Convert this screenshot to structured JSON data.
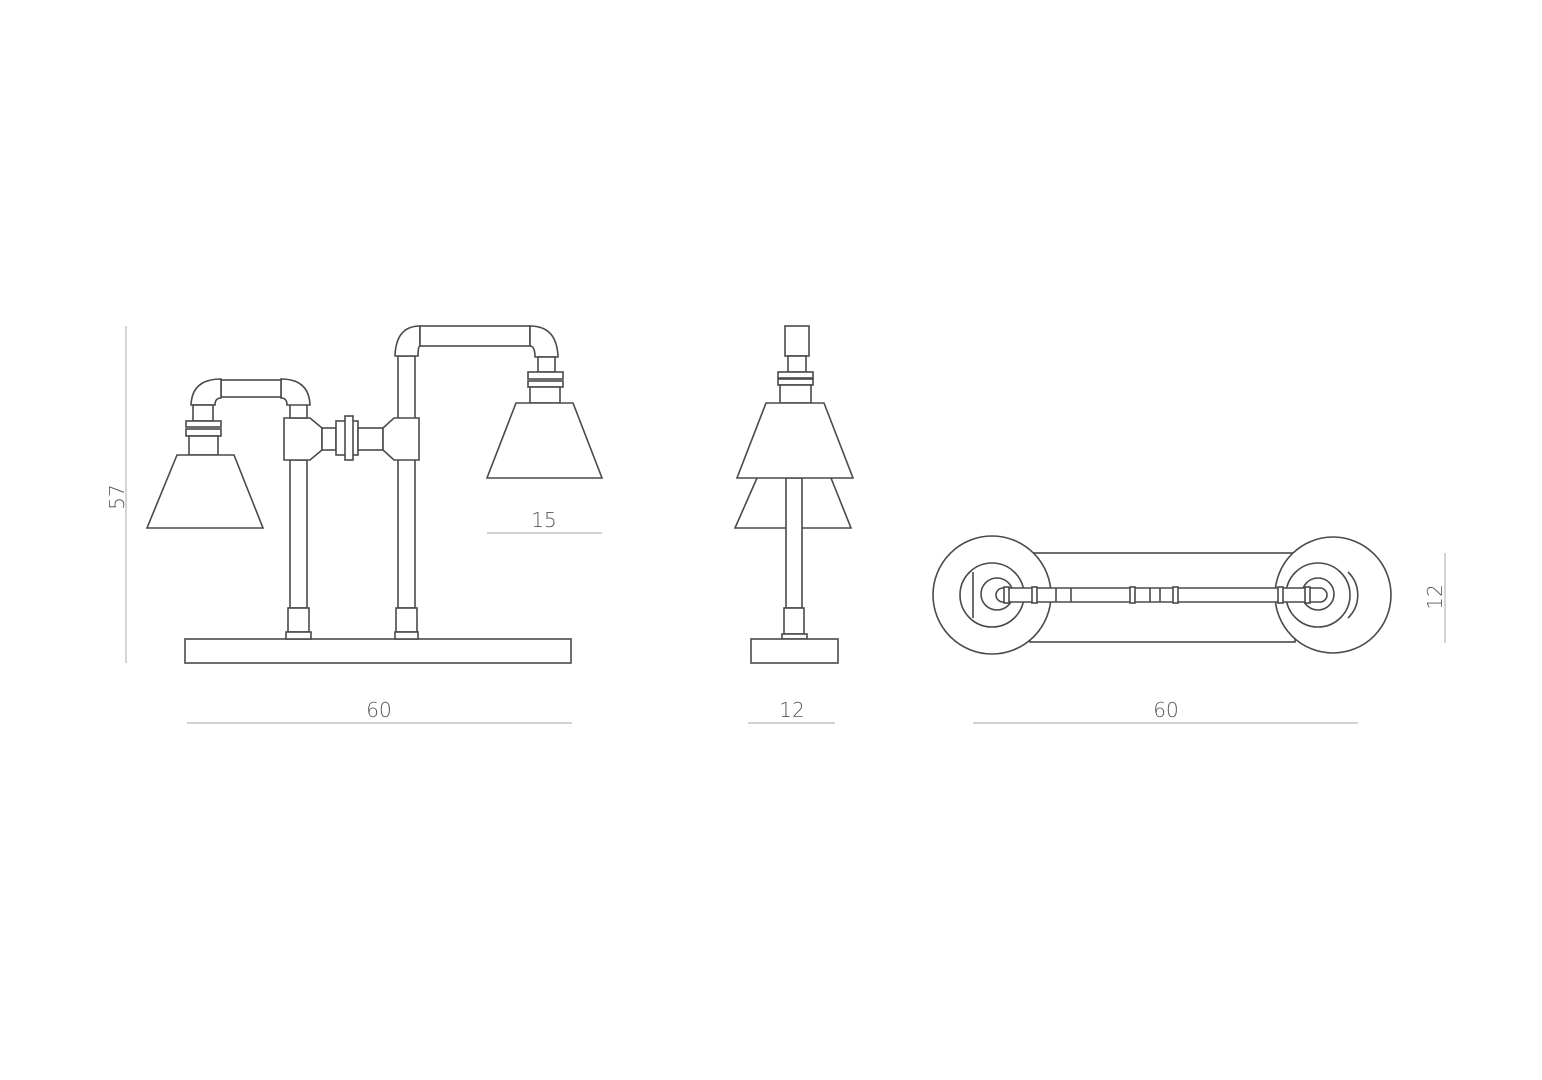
{
  "front_view": {
    "height_label": "57",
    "width_label": "60",
    "shade_label": "15"
  },
  "side_view": {
    "depth_label": "12"
  },
  "top_view": {
    "width_label": "60",
    "depth_label": "12"
  },
  "colors": {
    "line": "#4a4a4a",
    "dimension_line": "#b8b8b8",
    "label": "#555555"
  }
}
